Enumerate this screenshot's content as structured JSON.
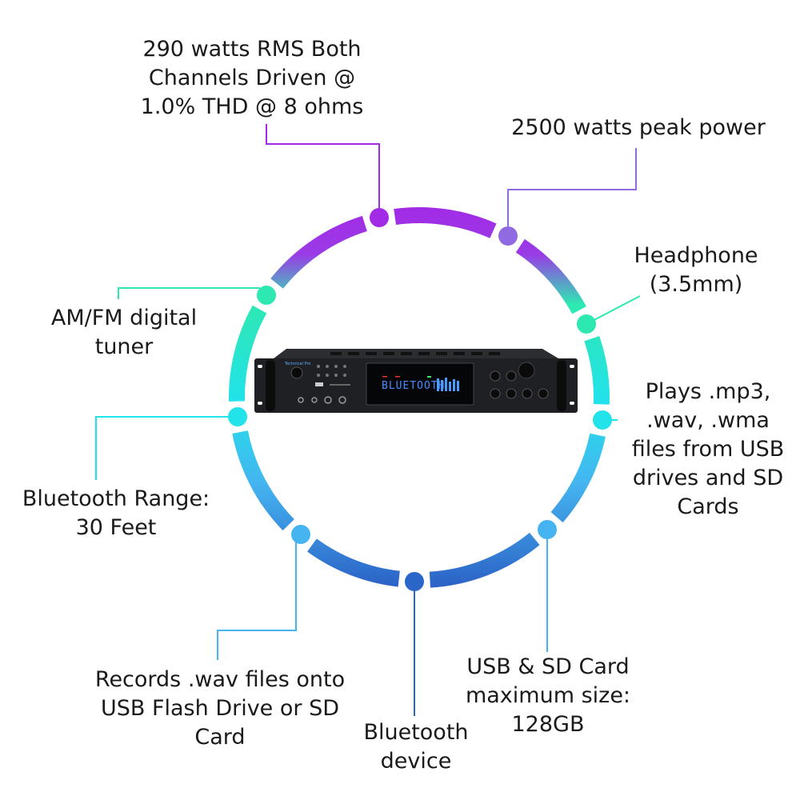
{
  "features": [
    {
      "id": "rms",
      "text": [
        "290 watts RMS Both",
        "Channels Driven @",
        "1.0% THD @ 8 ohms"
      ]
    },
    {
      "id": "peak",
      "text": [
        "2500 watts peak power"
      ]
    },
    {
      "id": "headphone",
      "text": [
        "Headphone",
        "(3.5mm)"
      ]
    },
    {
      "id": "tuner",
      "text": [
        "AM/FM digital",
        "tuner"
      ]
    },
    {
      "id": "formats",
      "text": [
        "Plays .mp3,",
        ".wav, .wma",
        "files from USB",
        "drives and SD",
        "Cards"
      ]
    },
    {
      "id": "bt-range",
      "text": [
        "Bluetooth Range:",
        "30 Feet"
      ]
    },
    {
      "id": "usb-size",
      "text": [
        "USB & SD Card",
        "maximum size:",
        "128GB"
      ]
    },
    {
      "id": "records",
      "text": [
        "Records .wav files onto",
        "USB Flash Drive or SD",
        "Card"
      ]
    },
    {
      "id": "bt-device",
      "text": [
        "Bluetooth",
        "device"
      ]
    }
  ],
  "product": {
    "display_text": "BLUETOOTH"
  },
  "colors": {
    "purple": "#a22be6",
    "violet": "#8f6ae0",
    "green": "#2ee8b2",
    "cyan": "#22e2ea",
    "lightblue": "#45b4f0",
    "blue": "#2a66c8"
  }
}
